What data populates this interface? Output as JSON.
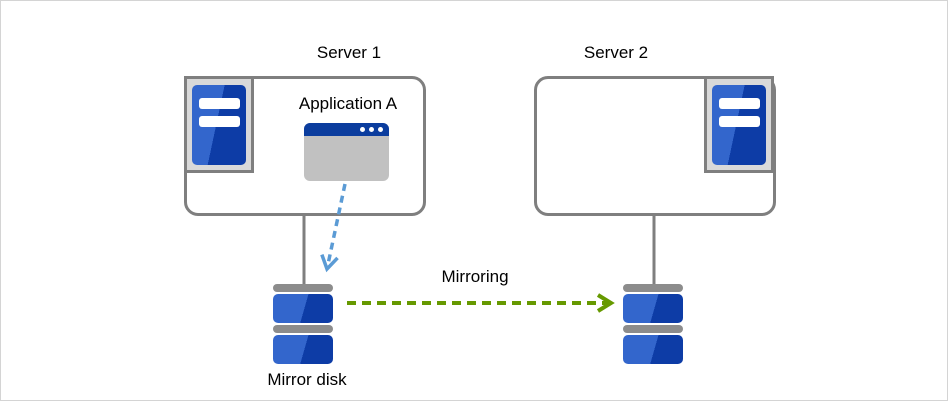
{
  "diagram": {
    "server1": {
      "label": "Server 1"
    },
    "server2": {
      "label": "Server 2"
    },
    "application": {
      "label": "Application A"
    },
    "mirroring_label": "Mirroring",
    "mirror_disk_label": "Mirror disk"
  },
  "colors": {
    "canvas_border": "#d4d4d4",
    "box_border": "#7f7f7f",
    "frame_fill": "#d9d9d9",
    "server_blue_light": "#3366cc",
    "server_blue_dark": "#0d3ca6",
    "window_titlebar": "#0b3d9e",
    "window_body": "#c1c1c1",
    "disk_cap_gray": "#8c8c8c",
    "arrow_blue": "#5b9bd5",
    "arrow_green": "#669900",
    "connector_gray": "#7f7f7f",
    "text": "#000000"
  }
}
